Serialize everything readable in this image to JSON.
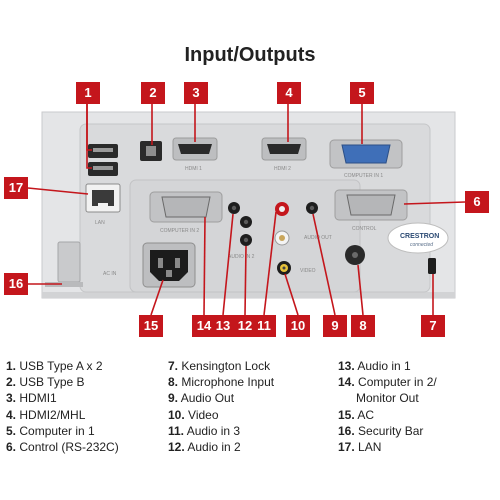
{
  "title": "Input/Outputs",
  "panel_labels": {
    "hdmi1": "HDMI 1",
    "hdmi2": "HDMI 2",
    "computer_in1": "COMPUTER IN 1",
    "computer_in2": "COMPUTER IN 2",
    "control": "CONTROL",
    "lan": "LAN",
    "ac_in": "AC IN",
    "audio_in2": "AUDIO IN 2",
    "audio_out": "AUDIO OUT",
    "video": "VIDEO",
    "crestron_brand": "CRESTRON",
    "crestron_sub": "connected"
  },
  "callouts": [
    "1",
    "2",
    "3",
    "4",
    "5",
    "6",
    "7",
    "8",
    "9",
    "10",
    "11",
    "12",
    "13",
    "14",
    "15",
    "16",
    "17"
  ],
  "legend": {
    "col1": [
      {
        "num": "1.",
        "text": "USB Type A x 2"
      },
      {
        "num": "2.",
        "text": "USB Type B"
      },
      {
        "num": "3.",
        "text": "HDMI1"
      },
      {
        "num": "4.",
        "text": "HDMI2/MHL"
      },
      {
        "num": "5.",
        "text": "Computer in 1"
      },
      {
        "num": "6.",
        "text": "Control (RS-232C)"
      }
    ],
    "col2": [
      {
        "num": "7.",
        "text": "Kensington Lock"
      },
      {
        "num": "8.",
        "text": "Microphone Input"
      },
      {
        "num": "9.",
        "text": "Audio Out"
      },
      {
        "num": "10.",
        "text": "Video"
      },
      {
        "num": "11.",
        "text": "Audio in 3"
      },
      {
        "num": "12.",
        "text": "Audio in 2"
      }
    ],
    "col3": [
      {
        "num": "13.",
        "text": "Audio in 1"
      },
      {
        "num": "14.",
        "text": "Computer in 2/",
        "cont": "Monitor Out"
      },
      {
        "num": "15.",
        "text": "AC"
      },
      {
        "num": "16.",
        "text": "Security Bar"
      },
      {
        "num": "17.",
        "text": "LAN"
      }
    ]
  }
}
